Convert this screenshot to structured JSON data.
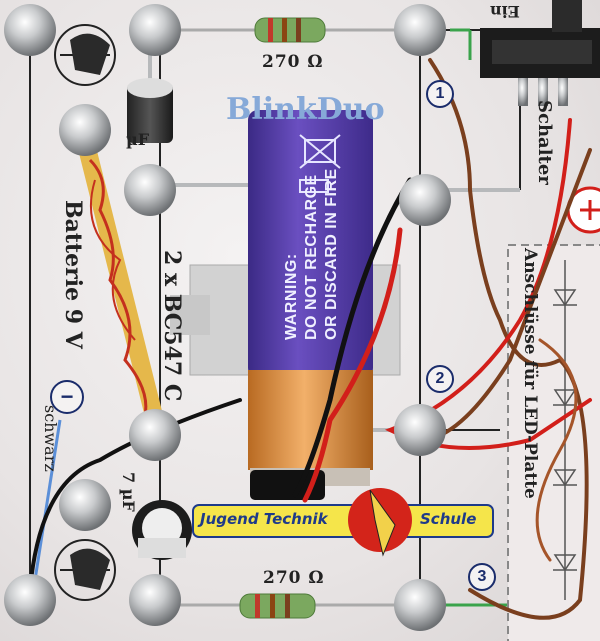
{
  "board": {
    "title": "BlinkDuo",
    "resistor_top_label": "270 Ω",
    "resistor_bottom_label": "270 Ω",
    "battery_side_label": "Batterie 9 V",
    "transistor_label": "2 x BC547 C",
    "capacitor_label": "µF",
    "capacitor_label_2": "7 µF",
    "wire_color_label": "schwarz",
    "switch_label": "Ein",
    "switch_side_label": "Schalter",
    "led_box_label": "Anschlüsse für LED-Platte",
    "pin_numbers": [
      "1",
      "2",
      "3"
    ],
    "battery_minus_label": "−",
    "battery_plus_label": "+"
  },
  "battery": {
    "warning_lines": [
      "WARNING:",
      "DO NOT RECHARGE",
      "OR DISCARD IN FIRE"
    ]
  },
  "logo": {
    "left_text": "Jugend Technik",
    "right_text": "Schule"
  },
  "colors": {
    "battery_purple": "#5a3fa6",
    "battery_copper": "#d9893f",
    "resistor_green": "#6f9a55",
    "wire_red": "#d21f1a",
    "wire_brown": "#7a3f1e",
    "wire_black": "#111111",
    "solder_silver": "#c8cacc",
    "title_blue": "#86a9d8"
  }
}
